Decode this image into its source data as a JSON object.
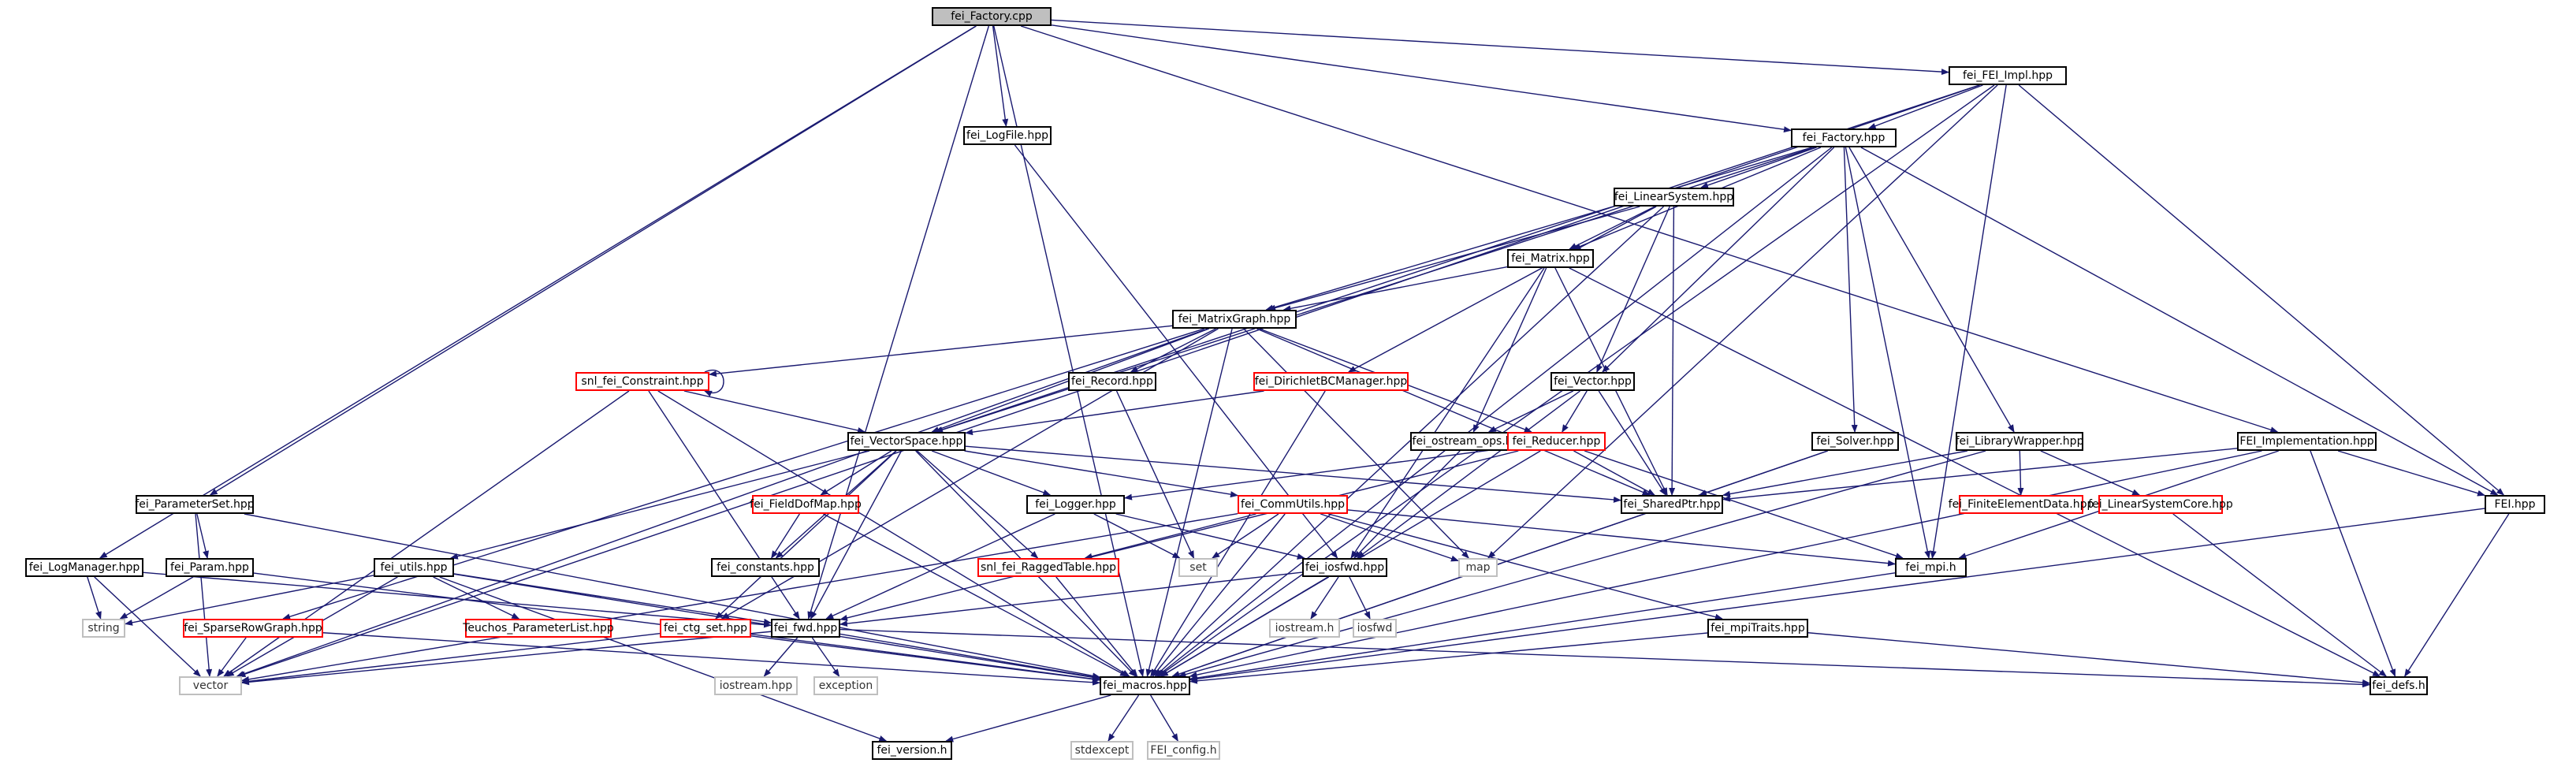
{
  "graph": {
    "colors": {
      "edge": "#191970",
      "normal_border": "#000000",
      "incomplete_border": "#ff0000",
      "system_border": "#bfbfbf",
      "root_fill": "#bfbfbf"
    },
    "nodes": [
      {
        "id": "factory_cpp",
        "label": "fei_Factory.cpp",
        "style": "root"
      },
      {
        "id": "fei_impl",
        "label": "fei_FEI_Impl.hpp",
        "style": "normal"
      },
      {
        "id": "logfile",
        "label": "fei_LogFile.hpp",
        "style": "normal"
      },
      {
        "id": "factory_hpp",
        "label": "fei_Factory.hpp",
        "style": "normal"
      },
      {
        "id": "linsys",
        "label": "fei_LinearSystem.hpp",
        "style": "normal"
      },
      {
        "id": "matrix",
        "label": "fei_Matrix.hpp",
        "style": "normal"
      },
      {
        "id": "matrixgraph",
        "label": "fei_MatrixGraph.hpp",
        "style": "normal"
      },
      {
        "id": "snl_constraint",
        "label": "snl_fei_Constraint.hpp",
        "style": "incomplete"
      },
      {
        "id": "record",
        "label": "fei_Record.hpp",
        "style": "normal"
      },
      {
        "id": "dirichlet",
        "label": "fei_DirichletBCManager.hpp",
        "style": "incomplete"
      },
      {
        "id": "vector",
        "label": "fei_Vector.hpp",
        "style": "normal"
      },
      {
        "id": "ostream_ops",
        "label": "fei_ostream_ops.hpp",
        "style": "normal"
      },
      {
        "id": "reducer",
        "label": "fei_Reducer.hpp",
        "style": "incomplete"
      },
      {
        "id": "solver",
        "label": "fei_Solver.hpp",
        "style": "normal"
      },
      {
        "id": "libwrapper",
        "label": "fei_LibraryWrapper.hpp",
        "style": "normal"
      },
      {
        "id": "fei_implementation",
        "label": "FEI_Implementation.hpp",
        "style": "normal"
      },
      {
        "id": "fei_hpp",
        "label": "FEI.hpp",
        "style": "normal"
      },
      {
        "id": "vectorspace",
        "label": "fei_VectorSpace.hpp",
        "style": "normal"
      },
      {
        "id": "paramset",
        "label": "fei_ParameterSet.hpp",
        "style": "normal"
      },
      {
        "id": "fielddofmap",
        "label": "fei_FieldDofMap.hpp",
        "style": "incomplete"
      },
      {
        "id": "logger",
        "label": "fei_Logger.hpp",
        "style": "normal"
      },
      {
        "id": "commutils",
        "label": "fei_CommUtils.hpp",
        "style": "incomplete"
      },
      {
        "id": "sharedptr",
        "label": "fei_SharedPtr.hpp",
        "style": "normal"
      },
      {
        "id": "finiteelem",
        "label": "fei_FiniteElementData.hpp",
        "style": "incomplete"
      },
      {
        "id": "linsyscore",
        "label": "fei_LinearSystemCore.hpp",
        "style": "incomplete"
      },
      {
        "id": "logmanager",
        "label": "fei_LogManager.hpp",
        "style": "normal"
      },
      {
        "id": "param",
        "label": "fei_Param.hpp",
        "style": "normal"
      },
      {
        "id": "utils",
        "label": "fei_utils.hpp",
        "style": "normal"
      },
      {
        "id": "constants",
        "label": "fei_constants.hpp",
        "style": "normal"
      },
      {
        "id": "raggedtable",
        "label": "snl_fei_RaggedTable.hpp",
        "style": "incomplete"
      },
      {
        "id": "set",
        "label": "set",
        "style": "system"
      },
      {
        "id": "iosfwd_hpp",
        "label": "fei_iosfwd.hpp",
        "style": "normal"
      },
      {
        "id": "map",
        "label": "map",
        "style": "system"
      },
      {
        "id": "mpi",
        "label": "fei_mpi.h",
        "style": "normal"
      },
      {
        "id": "string",
        "label": "string",
        "style": "system"
      },
      {
        "id": "sparserow",
        "label": "fei_SparseRowGraph.hpp",
        "style": "incomplete"
      },
      {
        "id": "teuchos",
        "label": "Teuchos_ParameterList.hpp",
        "style": "incomplete"
      },
      {
        "id": "ctgset",
        "label": "fei_ctg_set.hpp",
        "style": "incomplete"
      },
      {
        "id": "fwd",
        "label": "fei_fwd.hpp",
        "style": "normal"
      },
      {
        "id": "iostream_h",
        "label": "iostream.h",
        "style": "system"
      },
      {
        "id": "iosfwd",
        "label": "iosfwd",
        "style": "system"
      },
      {
        "id": "mpitraits",
        "label": "fei_mpiTraits.hpp",
        "style": "normal"
      },
      {
        "id": "vectorstd",
        "label": "vector",
        "style": "system"
      },
      {
        "id": "iostream_hpp",
        "label": "iostream.hpp",
        "style": "system"
      },
      {
        "id": "exception",
        "label": "exception",
        "style": "system"
      },
      {
        "id": "macros",
        "label": "fei_macros.hpp",
        "style": "normal"
      },
      {
        "id": "defs",
        "label": "fei_defs.h",
        "style": "normal"
      },
      {
        "id": "version",
        "label": "fei_version.h",
        "style": "normal"
      },
      {
        "id": "stdexcept",
        "label": "stdexcept",
        "style": "system"
      },
      {
        "id": "feiconfig",
        "label": "FEI_config.h",
        "style": "system"
      }
    ],
    "edges": [
      [
        "factory_cpp",
        "fei_impl"
      ],
      [
        "factory_cpp",
        "logfile"
      ],
      [
        "factory_cpp",
        "factory_hpp"
      ],
      [
        "factory_cpp",
        "fei_implementation"
      ],
      [
        "factory_cpp",
        "paramset"
      ],
      [
        "factory_cpp",
        "logmanager"
      ],
      [
        "factory_cpp",
        "fwd"
      ],
      [
        "factory_cpp",
        "macros"
      ],
      [
        "fei_impl",
        "factory_hpp"
      ],
      [
        "fei_impl",
        "fei_hpp"
      ],
      [
        "fei_impl",
        "map"
      ],
      [
        "fei_impl",
        "mpi"
      ],
      [
        "fei_impl",
        "vectorstd"
      ],
      [
        "fei_impl",
        "vectorspace"
      ],
      [
        "fei_impl",
        "macros"
      ],
      [
        "logfile",
        "iosfwd_hpp"
      ],
      [
        "factory_hpp",
        "linsys"
      ],
      [
        "factory_hpp",
        "matrix"
      ],
      [
        "factory_hpp",
        "matrixgraph"
      ],
      [
        "factory_hpp",
        "vector"
      ],
      [
        "factory_hpp",
        "solver"
      ],
      [
        "factory_hpp",
        "libwrapper"
      ],
      [
        "factory_hpp",
        "vectorspace"
      ],
      [
        "factory_hpp",
        "fei_hpp"
      ],
      [
        "factory_hpp",
        "mpi"
      ],
      [
        "factory_hpp",
        "macros"
      ],
      [
        "linsys",
        "matrix"
      ],
      [
        "linsys",
        "matrixgraph"
      ],
      [
        "linsys",
        "vector"
      ],
      [
        "linsys",
        "dirichlet"
      ],
      [
        "linsys",
        "sharedptr"
      ],
      [
        "linsys",
        "macros"
      ],
      [
        "matrix",
        "matrixgraph"
      ],
      [
        "matrix",
        "sharedptr"
      ],
      [
        "matrix",
        "ostream_ops"
      ],
      [
        "matrix",
        "iosfwd_hpp"
      ],
      [
        "matrix",
        "defs"
      ],
      [
        "matrixgraph",
        "snl_constraint"
      ],
      [
        "matrixgraph",
        "record"
      ],
      [
        "matrixgraph",
        "reducer"
      ],
      [
        "matrixgraph",
        "vectorspace"
      ],
      [
        "matrixgraph",
        "sharedptr"
      ],
      [
        "matrixgraph",
        "ctgset"
      ],
      [
        "matrixgraph",
        "vectorstd"
      ],
      [
        "matrixgraph",
        "map"
      ],
      [
        "matrixgraph",
        "sparserow"
      ],
      [
        "matrixgraph",
        "macros"
      ],
      [
        "snl_constraint",
        "snl_constraint"
      ],
      [
        "snl_constraint",
        "vectorspace"
      ],
      [
        "snl_constraint",
        "fwd"
      ],
      [
        "snl_constraint",
        "macros"
      ],
      [
        "snl_constraint",
        "vectorstd"
      ],
      [
        "record",
        "set"
      ],
      [
        "dirichlet",
        "vectorspace"
      ],
      [
        "dirichlet",
        "macros"
      ],
      [
        "vector",
        "ostream_ops"
      ],
      [
        "vector",
        "reducer"
      ],
      [
        "vector",
        "sharedptr"
      ],
      [
        "vector",
        "iosfwd_hpp"
      ],
      [
        "ostream_ops",
        "iosfwd_hpp"
      ],
      [
        "reducer",
        "sharedptr"
      ],
      [
        "reducer",
        "logger"
      ],
      [
        "reducer",
        "mpi"
      ],
      [
        "reducer",
        "macros"
      ],
      [
        "reducer",
        "fwd"
      ],
      [
        "solver",
        "sharedptr"
      ],
      [
        "solver",
        "macros"
      ],
      [
        "libwrapper",
        "sharedptr"
      ],
      [
        "libwrapper",
        "finiteelem"
      ],
      [
        "libwrapper",
        "linsyscore"
      ],
      [
        "libwrapper",
        "macros"
      ],
      [
        "fei_implementation",
        "fei_hpp"
      ],
      [
        "fei_implementation",
        "sharedptr"
      ],
      [
        "fei_implementation",
        "mpi"
      ],
      [
        "fei_implementation",
        "defs"
      ],
      [
        "fei_implementation",
        "macros"
      ],
      [
        "fei_hpp",
        "defs"
      ],
      [
        "fei_hpp",
        "macros"
      ],
      [
        "vectorspace",
        "utils"
      ],
      [
        "vectorspace",
        "fielddofmap"
      ],
      [
        "vectorspace",
        "logger"
      ],
      [
        "vectorspace",
        "commutils"
      ],
      [
        "vectorspace",
        "sharedptr"
      ],
      [
        "vectorspace",
        "constants"
      ],
      [
        "vectorspace",
        "raggedtable"
      ],
      [
        "vectorspace",
        "ctgset"
      ],
      [
        "vectorspace",
        "fwd"
      ],
      [
        "vectorspace",
        "macros"
      ],
      [
        "paramset",
        "param"
      ],
      [
        "paramset",
        "vectorstd"
      ],
      [
        "paramset",
        "macros"
      ],
      [
        "fielddofmap",
        "constants"
      ],
      [
        "fielddofmap",
        "macros"
      ],
      [
        "logger",
        "set"
      ],
      [
        "logger",
        "iosfwd_hpp"
      ],
      [
        "logger",
        "fwd"
      ],
      [
        "commutils",
        "mpi"
      ],
      [
        "commutils",
        "mpitraits"
      ],
      [
        "commutils",
        "set"
      ],
      [
        "commutils",
        "map"
      ],
      [
        "commutils",
        "vectorstd"
      ],
      [
        "commutils",
        "raggedtable"
      ],
      [
        "commutils",
        "macros"
      ],
      [
        "sharedptr",
        "macros"
      ],
      [
        "linsyscore",
        "defs"
      ],
      [
        "logmanager",
        "string"
      ],
      [
        "logmanager",
        "vectorstd"
      ],
      [
        "logmanager",
        "fwd"
      ],
      [
        "param",
        "string"
      ],
      [
        "param",
        "macros"
      ],
      [
        "utils",
        "string"
      ],
      [
        "utils",
        "vectorstd"
      ],
      [
        "utils",
        "teuchos"
      ],
      [
        "utils",
        "fwd"
      ],
      [
        "utils",
        "version"
      ],
      [
        "utils",
        "macros"
      ],
      [
        "raggedtable",
        "macros"
      ],
      [
        "iosfwd_hpp",
        "iostream_h"
      ],
      [
        "iosfwd_hpp",
        "iosfwd"
      ],
      [
        "iosfwd_hpp",
        "fwd"
      ],
      [
        "iosfwd_hpp",
        "macros"
      ],
      [
        "mpi",
        "macros"
      ],
      [
        "sparserow",
        "vectorstd"
      ],
      [
        "sparserow",
        "macros"
      ],
      [
        "ctgset",
        "vectorstd"
      ],
      [
        "ctgset",
        "macros"
      ],
      [
        "fwd",
        "iostream_hpp"
      ],
      [
        "fwd",
        "exception"
      ],
      [
        "fwd",
        "vectorstd"
      ],
      [
        "fwd",
        "defs"
      ],
      [
        "fwd",
        "macros"
      ],
      [
        "mpitraits",
        "macros"
      ],
      [
        "mpitraits",
        "defs"
      ],
      [
        "macros",
        "version"
      ],
      [
        "macros",
        "stdexcept"
      ],
      [
        "macros",
        "feiconfig"
      ]
    ]
  }
}
